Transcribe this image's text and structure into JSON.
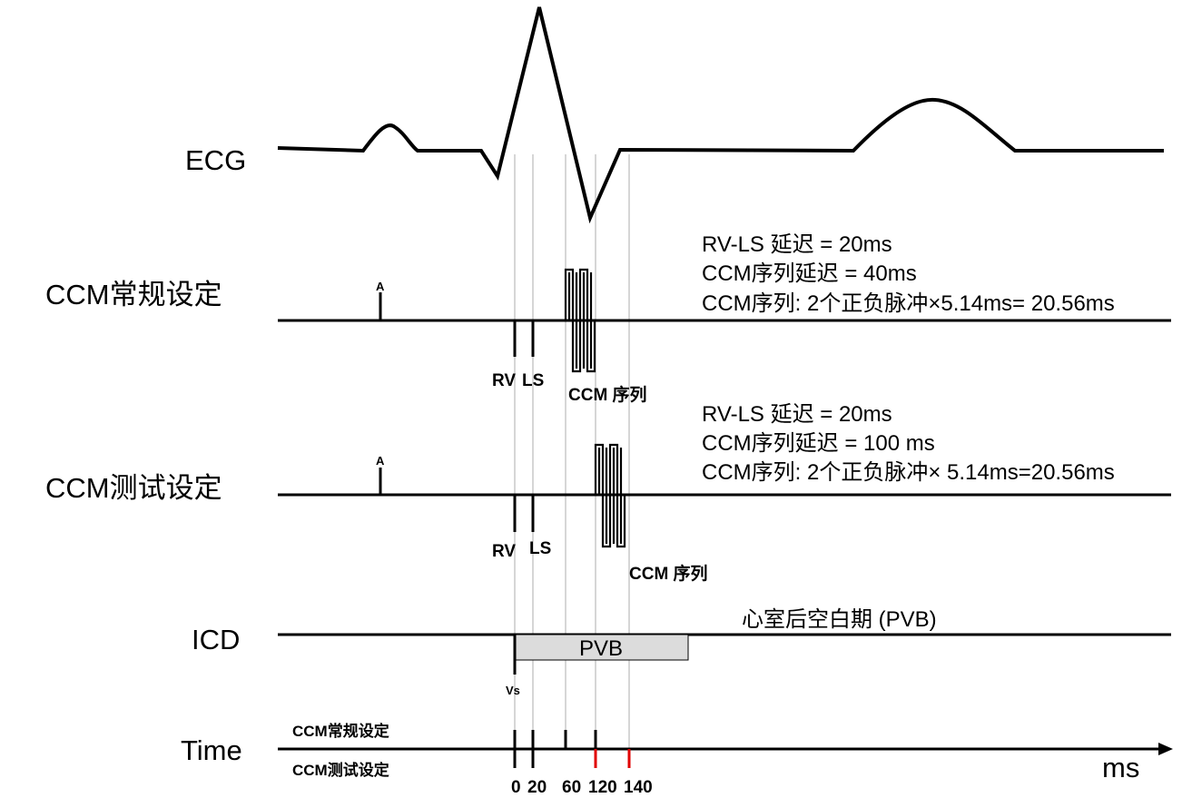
{
  "labels": {
    "ecg": "ECG",
    "ccm_normal": "CCM常规设定",
    "ccm_test": "CCM测试设定",
    "icd": "ICD",
    "time": "Time",
    "unit": "ms"
  },
  "markers": {
    "a": "A",
    "rv": "RV",
    "ls": "LS",
    "ccm_train": "CCM 序列",
    "vs": "Vs",
    "pvb": "PVB"
  },
  "normal_notes": [
    "RV-LS 延迟 = 20ms",
    "CCM序列延迟 = 40ms",
    "CCM序列: 2个正负脉冲×5.14ms= 20.56ms"
  ],
  "test_notes": [
    "RV-LS 延迟 = 20ms",
    "CCM序列延迟 = 100 ms",
    "CCM序列: 2个正负脉冲× 5.14ms=20.56ms"
  ],
  "icd_note": "心室后空白期 (PVB)",
  "time_axis": {
    "normal_label": "CCM常规设定",
    "test_label": "CCM测试设定",
    "ticks": [
      "0",
      "20",
      "60",
      "120",
      "140"
    ]
  },
  "colors": {
    "line": "#000000",
    "guide": "#999999",
    "pvb_fill": "#dcdcdc",
    "test_tick": "#e00000"
  }
}
